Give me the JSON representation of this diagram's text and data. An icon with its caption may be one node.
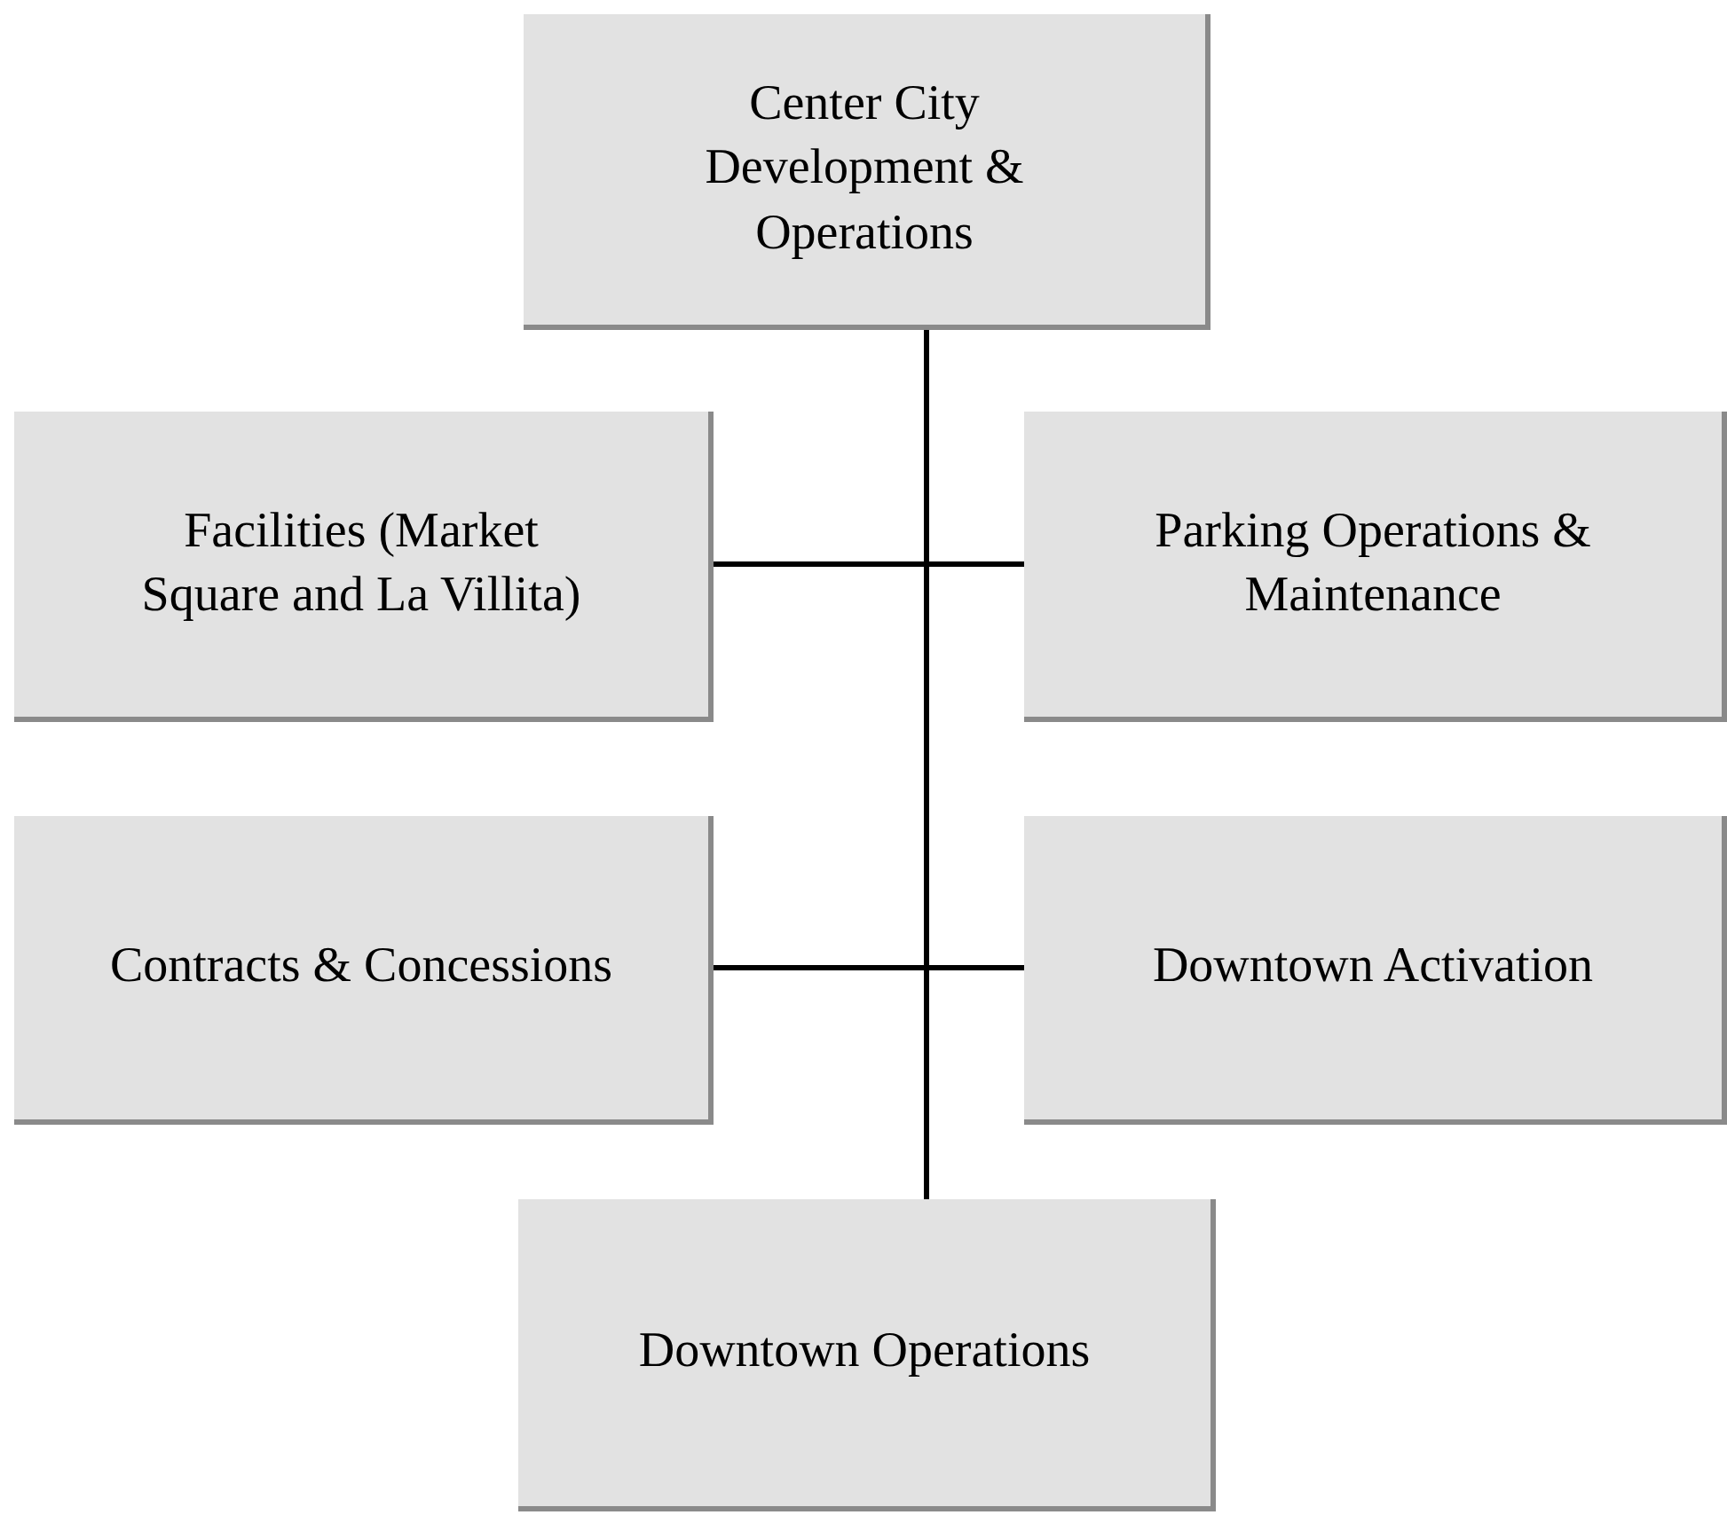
{
  "diagram": {
    "nodes": [
      {
        "text": [
          "Center City Development & Operations"
        ]
      },
      {
        "text": [
          "Facilities (Market Square and La Villita)"
        ]
      },
      {
        "text": [
          "Parking Operations & Maintenance"
        ]
      },
      {
        "text": [
          "Contracts & Concessions"
        ]
      },
      {
        "text": [
          "Downtown Activation"
        ]
      },
      {
        "text": [
          "Downtown Operations"
        ]
      }
    ],
    "edges": [
      {
        "from": 0,
        "to": 1,
        "arrow": "none"
      },
      {
        "from": 0,
        "to": 2,
        "arrow": "none"
      },
      {
        "from": 0,
        "to": 3,
        "arrow": "none"
      },
      {
        "from": 0,
        "to": 4,
        "arrow": "none"
      },
      {
        "from": 0,
        "to": 5,
        "arrow": "none"
      }
    ]
  }
}
